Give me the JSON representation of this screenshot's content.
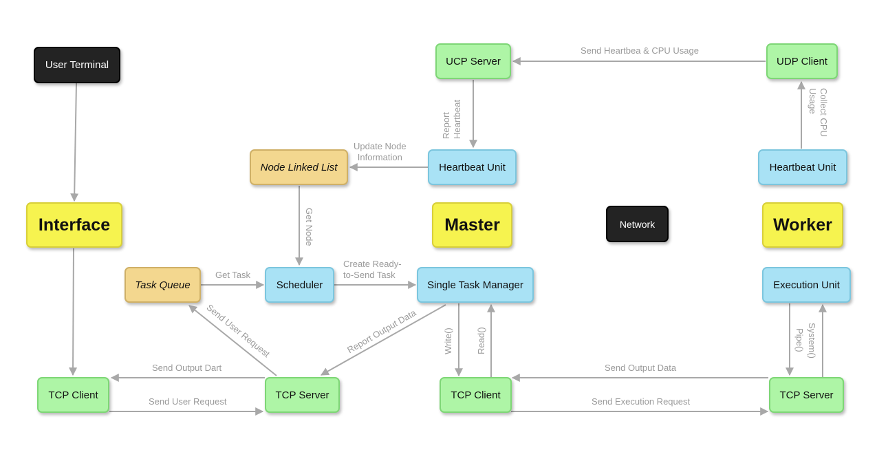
{
  "nodes": {
    "user_terminal": "User Terminal",
    "interface": "Interface",
    "master": "Master",
    "network": "Network",
    "worker": "Worker",
    "ucp_server": "UCP Server",
    "udp_client": "UDP Client",
    "node_linked_list": "Node Linked List",
    "heartbeat_unit_master": "Heartbeat Unit",
    "heartbeat_unit_worker": "Heartbeat Unit",
    "task_queue": "Task Queue",
    "scheduler": "Scheduler",
    "single_task_manager": "Single Task Manager",
    "execution_unit": "Execution Unit",
    "tcp_client_interface": "TCP Client",
    "tcp_server_interface": "TCP Server",
    "tcp_client_master": "TCP Client",
    "tcp_server_worker": "TCP Server"
  },
  "edges": {
    "send_heartbeat_cpu": "Send Heartbea & CPU Usage",
    "report_heartbeat_1": "Report",
    "report_heartbeat_2": "Heartbeat",
    "collect_cpu_1": "Collect CPU",
    "collect_cpu_2": "Usage",
    "update_node_1": "Update Node",
    "update_node_2": "Information",
    "get_node": "Get Node",
    "get_task": "Get Task",
    "create_task_1": "Create Ready-",
    "create_task_2": "to-Send Task",
    "send_user_request_diag": "Send User Request",
    "report_output_data": "Report Output Data",
    "write": "Write()",
    "read": "Read()",
    "pipe": "Pipe()",
    "system": "System()",
    "send_output_dart": "Send Output Dart",
    "send_user_request": "Send User Request",
    "send_output_data": "Send Output Data",
    "send_execution_request": "Send Execution Request"
  },
  "colors": {
    "dark": "#232323",
    "yellow": "#f6f34f",
    "green": "#aef5a6",
    "blue": "#a9e2f5",
    "tan": "#f3d78f",
    "edge": "#a8a8a8",
    "edge_label": "#9a9a9a"
  }
}
